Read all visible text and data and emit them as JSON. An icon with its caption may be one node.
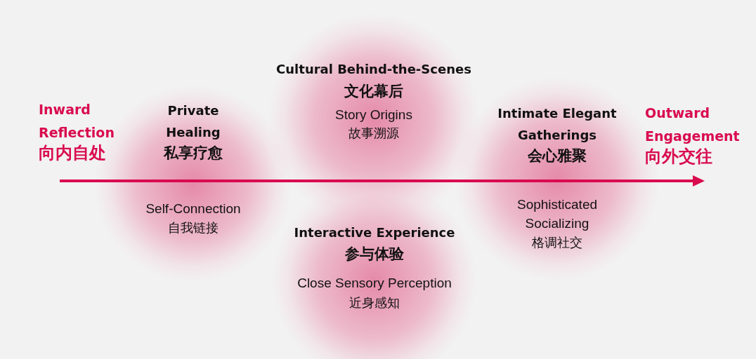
{
  "diagram": {
    "nodes": [
      {
        "text": [
          "Private Healing",
          "私享疗愈",
          "Self-Connection",
          "自我链接"
        ]
      },
      {
        "text": [
          "Cultural Behind-the-Scenes",
          "文化幕后",
          "Story Origins",
          "故事溯源"
        ]
      },
      {
        "text": [
          "Interactive Experience",
          "参与体验",
          "Close Sensory Perception",
          "近身感知"
        ]
      },
      {
        "text": [
          "Intimate Elegant Gatherings",
          "会心雅聚",
          "Sophisticated Socializing",
          "格调社交"
        ]
      }
    ],
    "labels": [
      "Inward Reflection",
      "向内自处",
      "Outward Engagement",
      "向外交往"
    ]
  }
}
